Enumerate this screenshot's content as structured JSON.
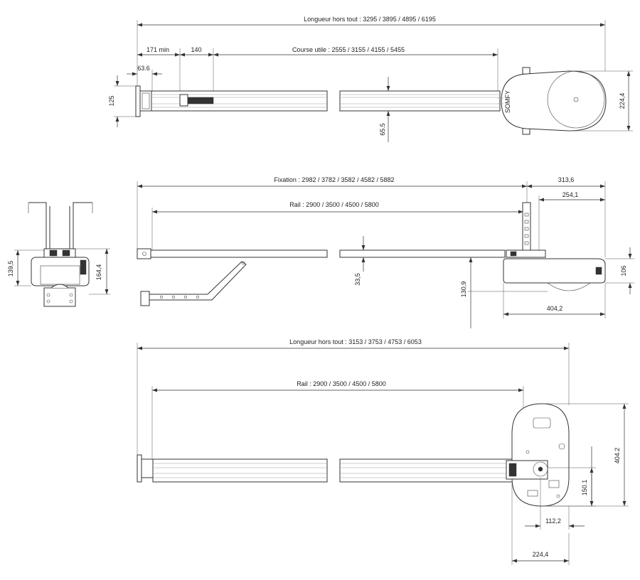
{
  "top_view": {
    "overall_length": "Longueur hors tout : 3295 / 3895 / 4895 / 6195",
    "min_171": "171 min",
    "dim_140": "140",
    "useful_travel": "Course utile : 2555 / 3155 / 4155 / 5455",
    "dim_63_6": "63.6",
    "dim_125": "125",
    "dim_65_5": "65.5",
    "dim_224_4": "224,4",
    "brand_mark": "SOMFY"
  },
  "side_view": {
    "fixation": "Fixation : 2982 / 3782 / 3582 / 4582 / 5882",
    "rail": "Rail : 2900 / 3500 / 4500 / 5800",
    "dim_313_6": "313,6",
    "dim_254_1": "254,1",
    "dim_33_5": "33,5",
    "dim_130_9": "130,9",
    "dim_106": "106",
    "dim_404_2": "404,2"
  },
  "end_view": {
    "dim_139_5": "139,5",
    "dim_164_4": "164,4"
  },
  "bottom_view": {
    "overall_length": "Longueur hors tout : 3153 / 3753 / 4753 / 6053",
    "rail": "Rail : 2900 / 3500 / 4500 / 5800",
    "dim_404_2": "404.2",
    "dim_150_1": "150.1",
    "dim_112_2": "112,2",
    "dim_224_4": "224,4"
  }
}
